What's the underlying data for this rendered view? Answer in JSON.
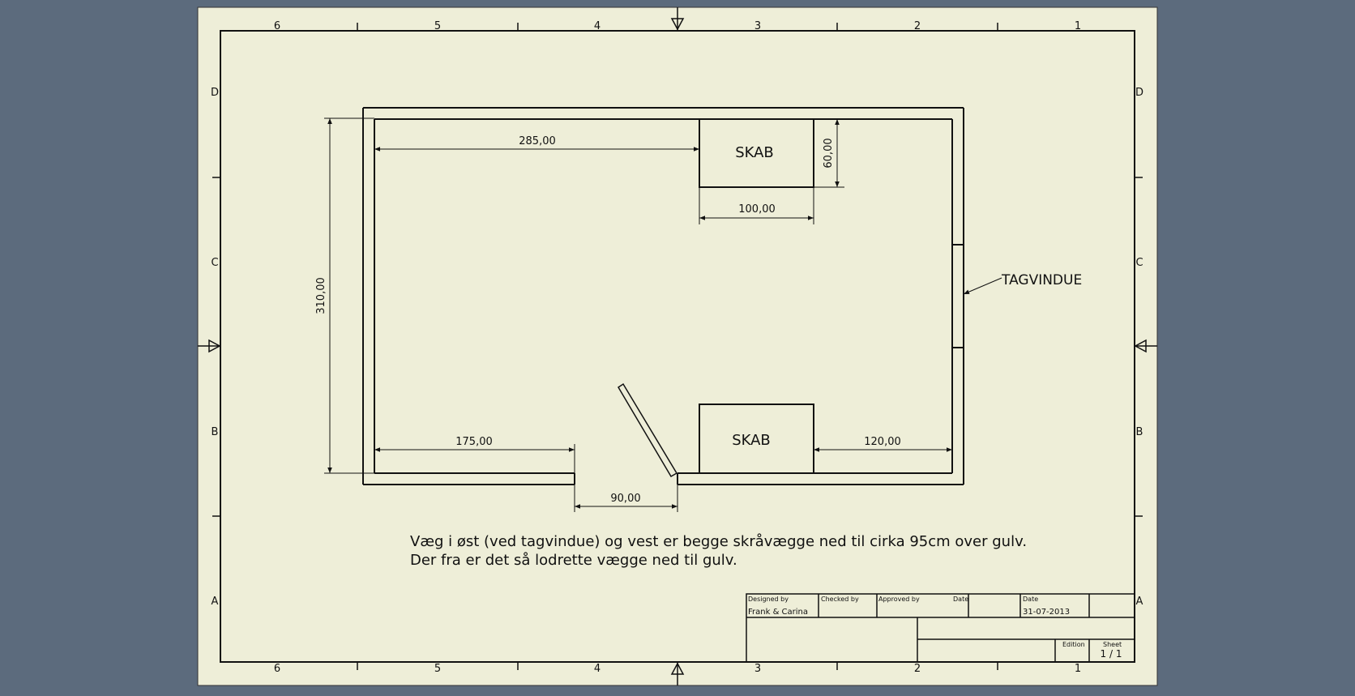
{
  "colors": {
    "background": "#5c6b7d",
    "paper": "#eeeed8",
    "ink": "#111111"
  },
  "border": {
    "top_numbers": [
      "6",
      "5",
      "4",
      "3",
      "2",
      "1"
    ],
    "bottom_numbers": [
      "6",
      "5",
      "4",
      "3",
      "2",
      "1"
    ],
    "left_letters": [
      "D",
      "C",
      "B",
      "A"
    ],
    "right_letters": [
      "D",
      "C",
      "B",
      "A"
    ]
  },
  "plan": {
    "cabinet_top_label": "SKAB",
    "cabinet_bottom_label": "SKAB",
    "window_label": "TAGVINDUE",
    "dims": {
      "top_wall_to_cabinet": "285,00",
      "cabinet_depth": "60,00",
      "cabinet_width": "100,00",
      "room_depth": "310,00",
      "bottom_left_wall": "175,00",
      "bottom_right_wall": "120,00",
      "door_width": "90,00"
    }
  },
  "notes": {
    "line1": "Væg i øst (ved tagvindue) og vest er begge skråvægge ned til cirka 95cm over gulv.",
    "line2": "Der fra er det så lodrette vægge ned til gulv."
  },
  "title_block": {
    "designed_by_label": "Designed by",
    "designed_by_value": "Frank & Carina",
    "checked_by_label": "Checked by",
    "approved_by_label": "Approved by",
    "date_label_1": "Date",
    "date_label_2": "Date",
    "date_value": "31-07-2013",
    "edition_label": "Edition",
    "sheet_label": "Sheet",
    "sheet_value": "1 / 1"
  }
}
